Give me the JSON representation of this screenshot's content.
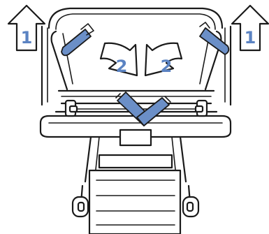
{
  "steps": {
    "step1_left_label": "1",
    "step1_right_label": "1",
    "step2_left_label": "2",
    "step2_right_label": "2"
  },
  "colors": {
    "outline": "#1a1a1a",
    "handle_blue": "#6b8fc7",
    "number_blue": "#5b83c2",
    "arrow_fill": "#ffffff"
  }
}
